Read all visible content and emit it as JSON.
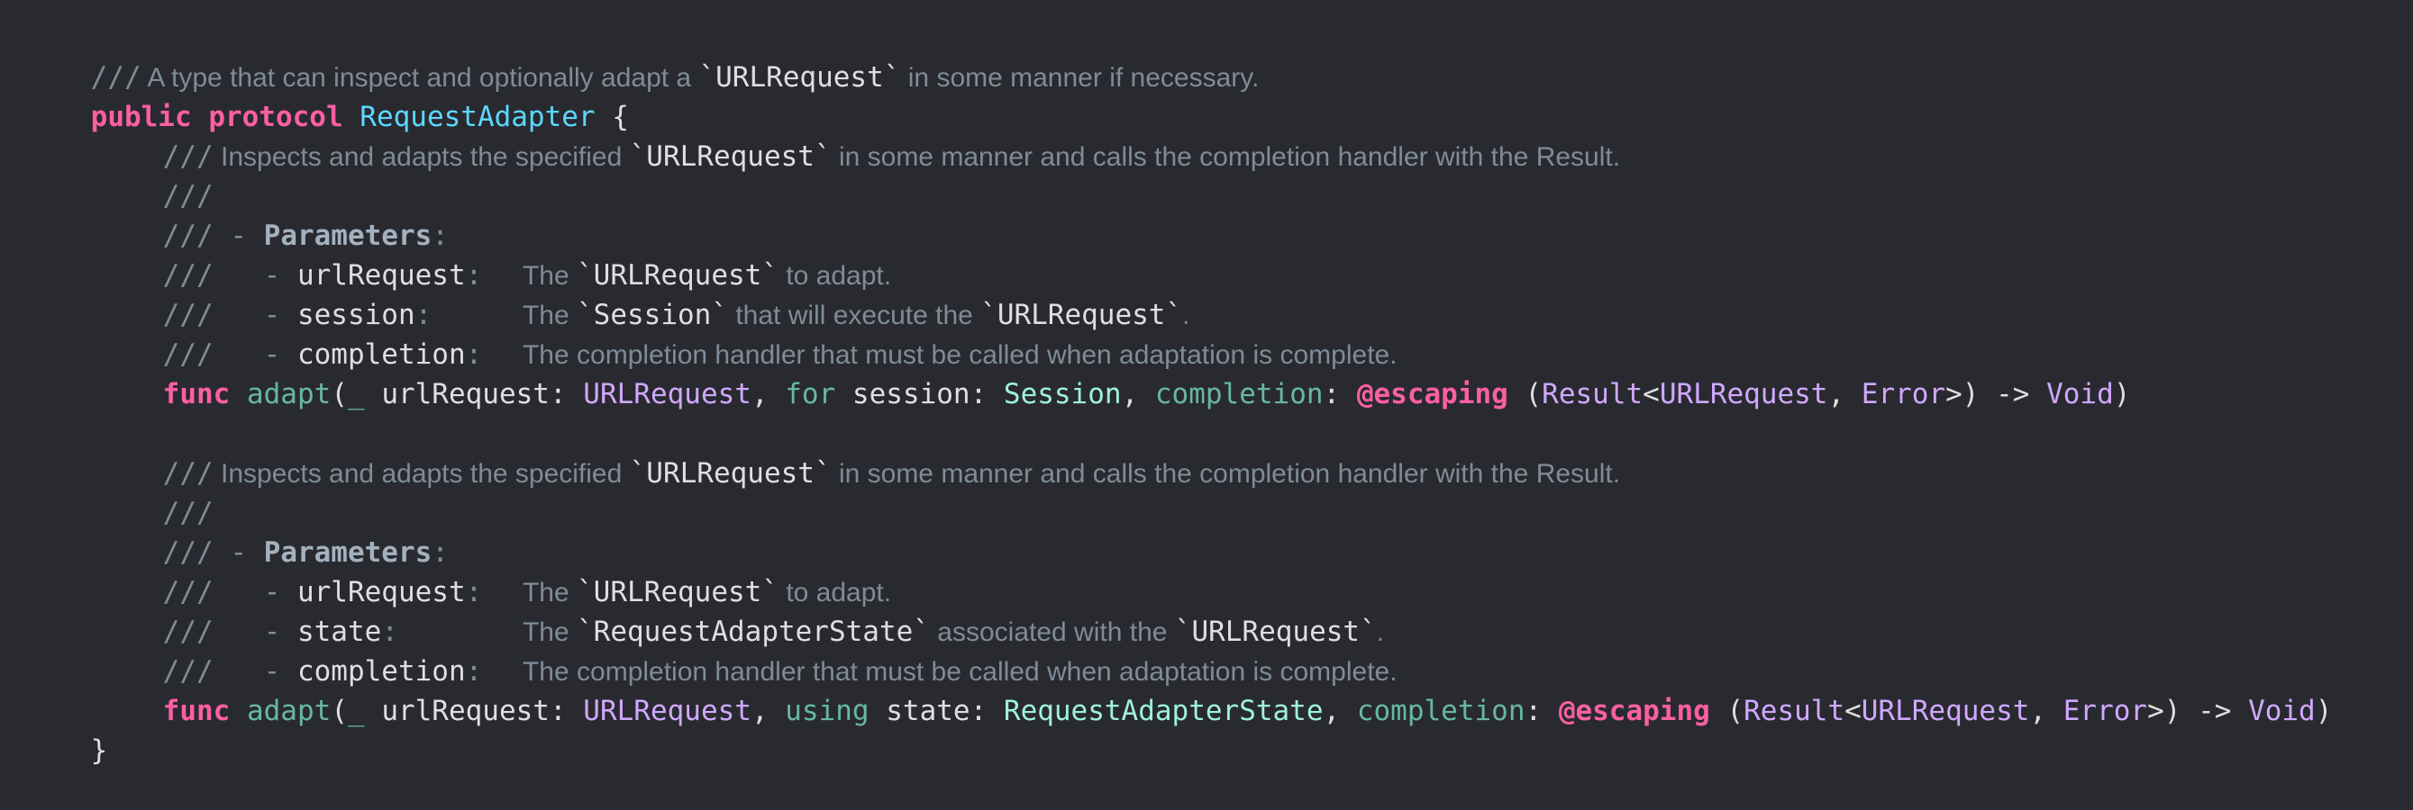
{
  "editor": {
    "background": "#292a30",
    "colors": {
      "comment": "#7f8c98",
      "keyword": "#fc5fa3",
      "type_declaration": "#5dd8ff",
      "function": "#67b7a4",
      "system_type": "#d0a8ff",
      "project_type": "#9ef1dd",
      "plain": "#dfdfe0"
    }
  },
  "code": {
    "slashes": "///",
    "header_doc_a": "A type that can inspect and optionally adapt a ",
    "header_doc_code": "`URLRequest`",
    "header_doc_b": " in some manner if necessary.",
    "kw_public": "public",
    "kw_protocol": "protocol",
    "protocol_name": "RequestAdapter",
    "open_brace": "{",
    "close_brace": "}",
    "m1": {
      "summary_a": "Inspects and adapts the specified ",
      "summary_code": "`URLRequest`",
      "summary_b": " in some manner and calls the completion handler with the Result.",
      "params_dash": "- ",
      "params_label": "Parameters",
      "params_colon": ":",
      "p1_dash": "  - ",
      "p1_name": "urlRequest",
      "p1_colon": ":",
      "p1_a": "The ",
      "p1_code": "`URLRequest`",
      "p1_b": " to adapt.",
      "p2_dash": "  - ",
      "p2_name": "session",
      "p2_colon": ":",
      "p2_a": "The ",
      "p2_code": "`Session`",
      "p2_b": " that will execute the ",
      "p2_code2": "`URLRequest`",
      "p2_c": ".",
      "p3_dash": "  - ",
      "p3_name": "completion",
      "p3_colon": ":",
      "p3_a": "The completion handler that must be called when adaptation is complete.",
      "kw_func": "func",
      "fn_name": "adapt",
      "sig_1": "(",
      "sig_underscore": "_",
      "sig_2": " urlRequest: ",
      "type_urlrequest": "URLRequest",
      "sig_3": ", ",
      "label_2": "for",
      "sig_4": " session: ",
      "type_2": "Session",
      "sig_5": ", ",
      "label_3": "completion",
      "sig_6": ": ",
      "attr": "@escaping",
      "sig_7": " (",
      "type_result": "Result",
      "sig_8": "<",
      "type_urlrequest_2": "URLRequest",
      "sig_9": ", ",
      "type_error": "Error",
      "sig_10": ">) -> ",
      "type_void": "Void",
      "sig_11": ")"
    },
    "m2": {
      "summary_a": "Inspects and adapts the specified ",
      "summary_code": "`URLRequest`",
      "summary_b": " in some manner and calls the completion handler with the Result.",
      "params_dash": "- ",
      "params_label": "Parameters",
      "params_colon": ":",
      "p1_dash": "  - ",
      "p1_name": "urlRequest",
      "p1_colon": ":",
      "p1_a": "The ",
      "p1_code": "`URLRequest`",
      "p1_b": " to adapt.",
      "p2_dash": "  - ",
      "p2_name": "state",
      "p2_colon": ":",
      "p2_a": "The ",
      "p2_code": "`RequestAdapterState`",
      "p2_b": " associated with the ",
      "p2_code2": "`URLRequest`",
      "p2_c": ".",
      "p3_dash": "  - ",
      "p3_name": "completion",
      "p3_colon": ":",
      "p3_a": "The completion handler that must be called when adaptation is complete.",
      "kw_func": "func",
      "fn_name": "adapt",
      "sig_1": "(",
      "sig_underscore": "_",
      "sig_2": " urlRequest: ",
      "type_urlrequest": "URLRequest",
      "sig_3": ", ",
      "label_2": "using",
      "sig_4": " state: ",
      "type_2": "RequestAdapterState",
      "sig_5": ", ",
      "label_3": "completion",
      "sig_6": ": ",
      "attr": "@escaping",
      "sig_7": " (",
      "type_result": "Result",
      "sig_8": "<",
      "type_urlrequest_2": "URLRequest",
      "sig_9": ", ",
      "type_error": "Error",
      "sig_10": ">) -> ",
      "type_void": "Void",
      "sig_11": ")"
    }
  }
}
